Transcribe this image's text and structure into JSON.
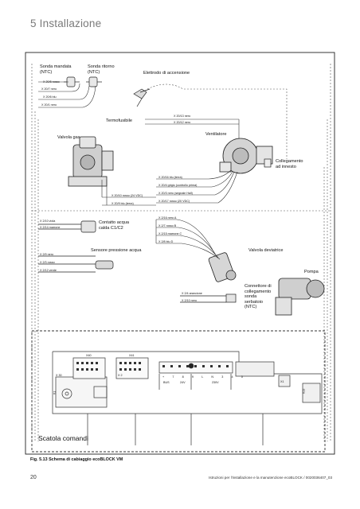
{
  "header": {
    "section_title": "5 Installazione"
  },
  "components": {
    "sonda_mandata": [
      "Sonda mandata",
      "(NTC)"
    ],
    "sonda_ritorno": [
      "Sonda ritorno",
      "(NTC)"
    ],
    "elettrodo": "Elettrodo di accensione",
    "termofusibile": "Termofusibile",
    "valvola_gas": "Valvola gas",
    "ventilatore": "Ventilatore",
    "collegamento": [
      "Collegamento",
      "ad innesto"
    ],
    "contatto_acqua": [
      "Contatto acqua",
      "calda C1/C2"
    ],
    "sensore_pressione": "Sensore pressione acqua",
    "valvola_deviatrice": "Valvola deviatrice",
    "pompa": "Pompa",
    "connettore_ntc": [
      "Connettore di",
      "collegamento",
      "sonda",
      "serbatoio",
      "(NTC)"
    ],
    "scatola_comandi": "Scatola comandi"
  },
  "wire_labels": {
    "sonda": [
      "X 20/5 rosso",
      "X 20/7 nero",
      "X 20/6 blu",
      "X 20/1 nero"
    ],
    "termo": [
      "X 20/13 nero",
      "X 20/12 nero"
    ],
    "ventilatore": [
      "X 20/16 blu (terra)",
      "X 20/4 grigio (controllo prima)",
      "X 20/3 nero (segnale Hall)",
      "X 20/17 rosso (20 VDC)"
    ],
    "valvola": [
      "X 20/10 rosso (24 VDC)",
      "X 20/9 blu (terra)"
    ],
    "contatto": [
      "X 2/10 viola",
      "X 2/14 marrone"
    ],
    "deviatrice": [
      "X 2/16 nero A",
      "X 2/7 rosso B",
      "X 2/15 marrone C",
      "X 2/8 blu D"
    ],
    "sensore": [
      "X 2/9 nero",
      "X 2/3 rosso",
      "X 2/12 verde"
    ],
    "connettore": [
      "X 2/4 arancione",
      "X 2/10 nero"
    ]
  },
  "board": {
    "connectors": [
      "X40",
      "X41",
      "X 30",
      "X 2"
    ],
    "terminals": "+ 7 8 9 L N 3 4 5",
    "bus": "BUS",
    "v24": "24V",
    "v230": "230V",
    "x1": "X1",
    "x13": "X13",
    "x1b": "X1"
  },
  "caption": "Fig. 5.13 Schema di cabiaggio ecoBLOCK VM",
  "footer": {
    "page_number": "20",
    "text": "Istruzioni per l'installazione e la manutenzione ecoBLOCK / 0020036407_03"
  }
}
